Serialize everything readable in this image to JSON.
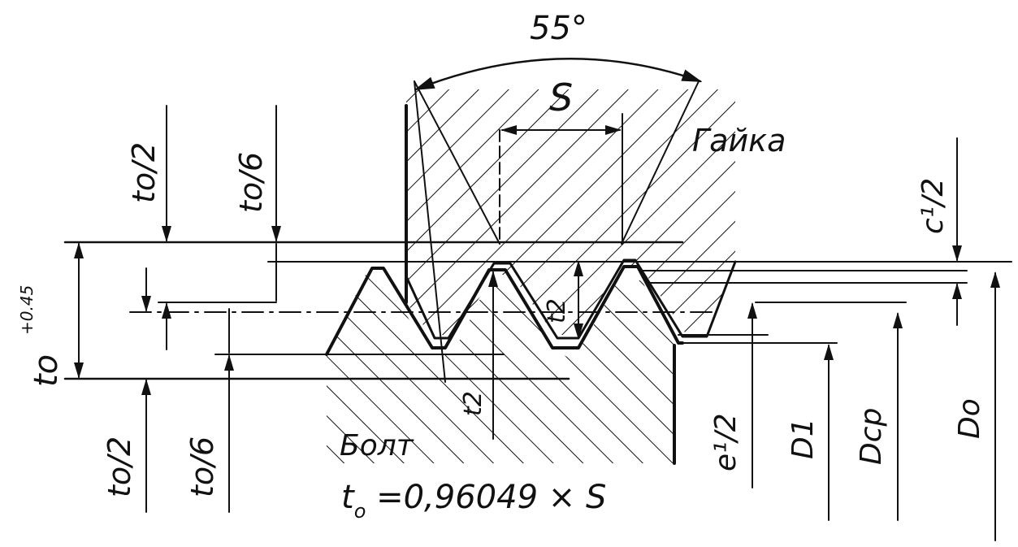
{
  "diagram": {
    "angle_label": "55°",
    "pitch_label": "S",
    "nut_label": "Гайка",
    "bolt_label": "Болт",
    "depth_label": "to",
    "depth_tolerance": "+0.45",
    "half_depth_top": "to/2",
    "sixth_depth_top": "to/6",
    "half_depth_bottom": "to/2",
    "sixth_depth_bottom": "to/6",
    "t2_bolt": "t2",
    "t2_nut": "t2",
    "nut_clearance": "c¹/2",
    "bolt_clearance": "e¹/2",
    "minor_diameter": "D1",
    "mean_diameter": "Dср",
    "major_diameter": "Do",
    "formula_prefix": "t",
    "formula_subscript": "o",
    "formula_rest": " =0,96049 × S"
  }
}
